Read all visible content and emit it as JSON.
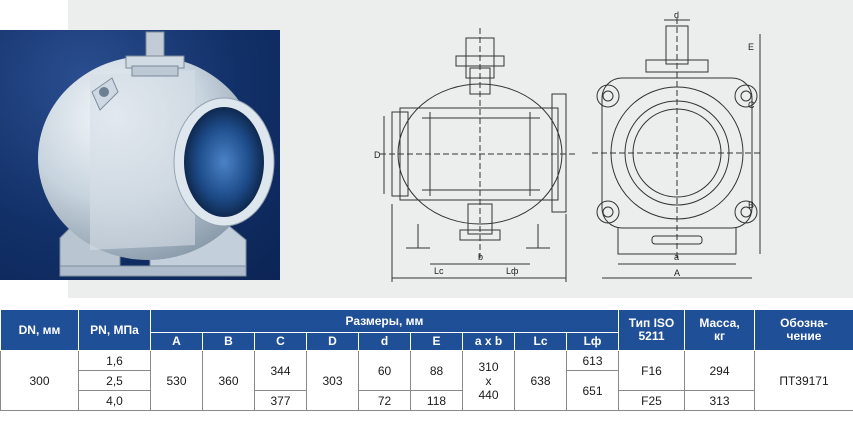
{
  "drawing_labels": {
    "d": "d",
    "E": "E",
    "C": "C",
    "B": "B",
    "D": "D",
    "b": "b",
    "Lc": "Lc",
    "Lf": "Lф",
    "a": "a",
    "A": "A"
  },
  "table": {
    "headers": {
      "dn": "DN, мм",
      "pn": "PN, МПа",
      "sizes": "Размеры, мм",
      "iso_line1": "Тип ISO",
      "iso_line2": "5211",
      "mass_line1": "Масса,",
      "mass_line2": "кг",
      "desig_line1": "Обозна-",
      "desig_line2": "чение"
    },
    "sub_headers": [
      "A",
      "B",
      "C",
      "D",
      "d",
      "E",
      "a x b",
      "Lc",
      "Lф"
    ],
    "row": {
      "dn": "300",
      "pn": [
        "1,6",
        "2,5",
        "4,0"
      ],
      "A": "530",
      "B": "360",
      "C": [
        "344",
        "377"
      ],
      "D": "303",
      "d": [
        "60",
        "72"
      ],
      "E": [
        "88",
        "118"
      ],
      "axb_1": "310",
      "axb_x": "x",
      "axb_2": "440",
      "Lc": "638",
      "Lf": [
        "613",
        "651"
      ],
      "iso": [
        "F16",
        "F25"
      ],
      "mass": [
        "294",
        "313"
      ],
      "designation": "ПТ39171"
    }
  },
  "colors": {
    "header_bg": "#1f4f96",
    "photo_bg": "#123068",
    "band_bg": "#eceeee"
  }
}
